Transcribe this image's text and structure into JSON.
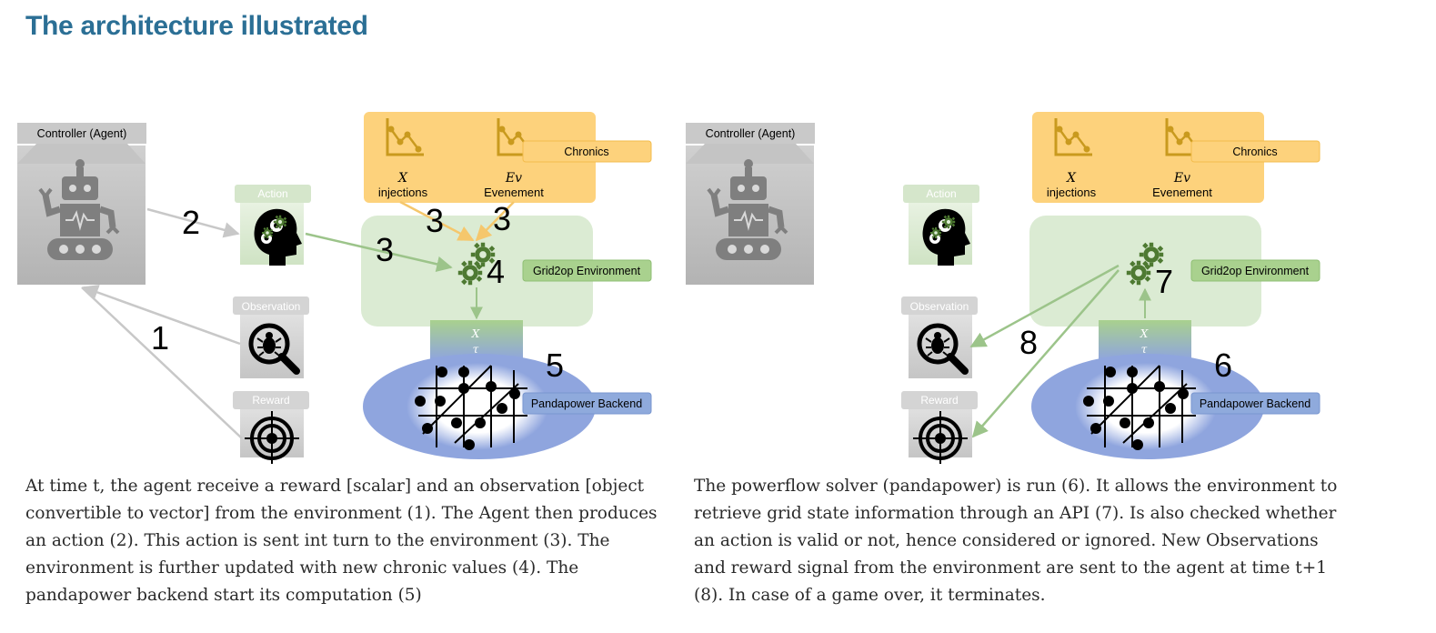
{
  "slide": {
    "title": "The architecture illustrated"
  },
  "diagram_left": {
    "controller_label": "Controller (Agent)",
    "action_label": "Action",
    "observation_label": "Observation",
    "reward_label": "Reward",
    "chronics_label": "Chronics",
    "injections_symbol": "X",
    "injections_label": "injections",
    "evenement_symbol": "Ev",
    "evenement_label": "Evenement",
    "environment_label": "Grid2op Environment",
    "backend_label": "Pandapower Backend",
    "backend_x": "X",
    "backend_tau": "τ",
    "steps": [
      "1",
      "2",
      "3",
      "3",
      "3",
      "4",
      "5"
    ]
  },
  "diagram_right": {
    "controller_label": "Controller (Agent)",
    "action_label": "Action",
    "observation_label": "Observation",
    "reward_label": "Reward",
    "chronics_label": "Chronics",
    "injections_symbol": "X",
    "injections_label": "injections",
    "evenement_symbol": "Ev",
    "evenement_label": "Evenement",
    "environment_label": "Grid2op Environment",
    "backend_label": "Pandapower Backend",
    "backend_x": "X",
    "backend_tau": "τ",
    "steps": [
      "6",
      "7",
      "8"
    ]
  },
  "captions": {
    "left": [
      "At time t, the agent receive a reward [scalar] and an observation [object",
      "convertible to vector] from the environment (1). The Agent then produces",
      "an action (2). This action is sent int turn to the environment (3). The",
      "environment is further updated with new chronic values (4). The",
      "pandapower backend start its computation (5)"
    ],
    "right": [
      "The powerflow solver (pandapower) is run (6). It allows the environment to",
      "retrieve grid state information through an API (7). Is also checked whether",
      "an action is valid or not, hence considered or ignored. New Observations",
      "and reward signal from the environment are sent to the agent at time t+1",
      "(8). In case of a game over, it terminates."
    ]
  },
  "colors": {
    "title": "#2b6f95",
    "chronics_fill": "#fdd27c",
    "environment_fill": "#dbebd3",
    "backend_fill": "#8fa5de",
    "tag_green": "#a9d18e",
    "tag_blue": "#8faadc",
    "gear": "#4e7a32",
    "agent_gray": "#bfbfbf"
  }
}
